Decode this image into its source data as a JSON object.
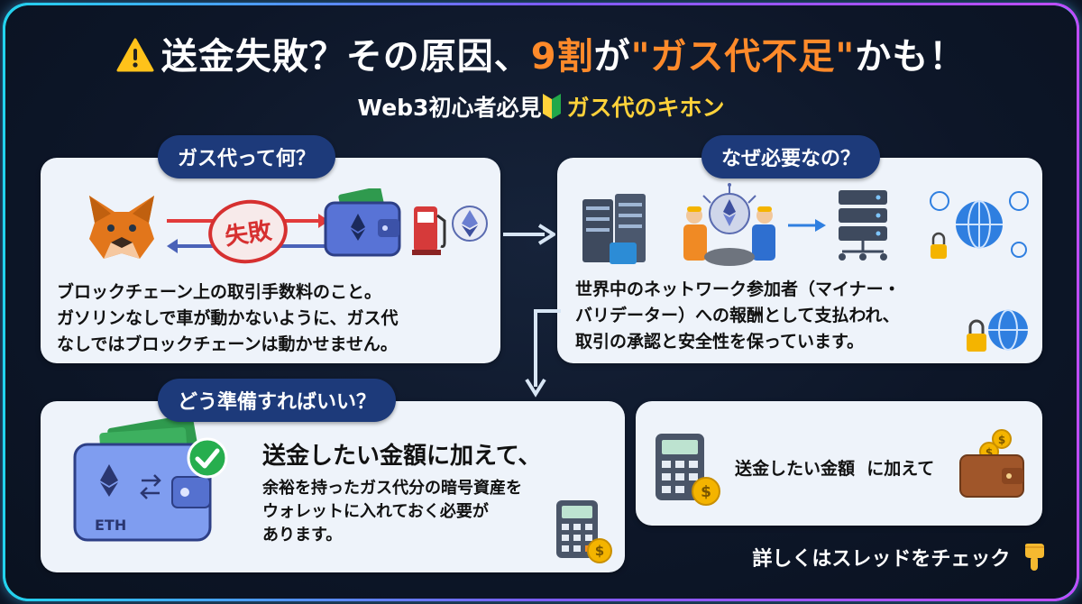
{
  "title": {
    "part1": "送金失敗？その原因、",
    "highlight1": "9割",
    "part2": "が",
    "highlight2": "\"ガス代不足\"",
    "part3": "かも！"
  },
  "subtitle": {
    "part1": "Web3初心者必見",
    "highlight": "ガス代のキホン"
  },
  "sections": {
    "what": {
      "label": "ガス代って何？",
      "stamp": "失敗",
      "lines": [
        "ブロックチェーン上の取引手数料のこと。",
        "ガソリンなしで車が動かないように、ガス代",
        "なしではブロックチェーンは動かせません。"
      ]
    },
    "why": {
      "label": "なぜ必要なの？",
      "lines": [
        "世界中のネットワーク参加者（マイナー・",
        "バリデーター）への報酬として支払われ、",
        "取引の承認と安全性を保っています。"
      ]
    },
    "how": {
      "label": "どう準備すればいい？",
      "headline": "送金したい金額に加えて、",
      "lines": [
        "余裕を持ったガス代分の暗号資産を",
        "ウォレットに入れておく必要が",
        "あります。"
      ],
      "wallet_label": "ETH"
    },
    "summary": {
      "text": "送金したい金額  に加えて"
    }
  },
  "footer": "詳しくはスレッドをチェック",
  "colors": {
    "accent_orange": "#ff8a2a",
    "accent_yellow": "#ffd23a",
    "pill_blue": "#1d3a7a",
    "card_bg": "#eef3fa"
  },
  "icons": [
    "warning-icon",
    "beginner-mark-icon",
    "metamask-fox-icon",
    "wallet-icon",
    "gas-pump-icon",
    "ethereum-icon",
    "server-icon",
    "workers-icon",
    "network-server-icon",
    "globe-icon",
    "lock-icon",
    "calculator-icon",
    "coin-icon",
    "check-icon",
    "pointing-hand-icon"
  ]
}
